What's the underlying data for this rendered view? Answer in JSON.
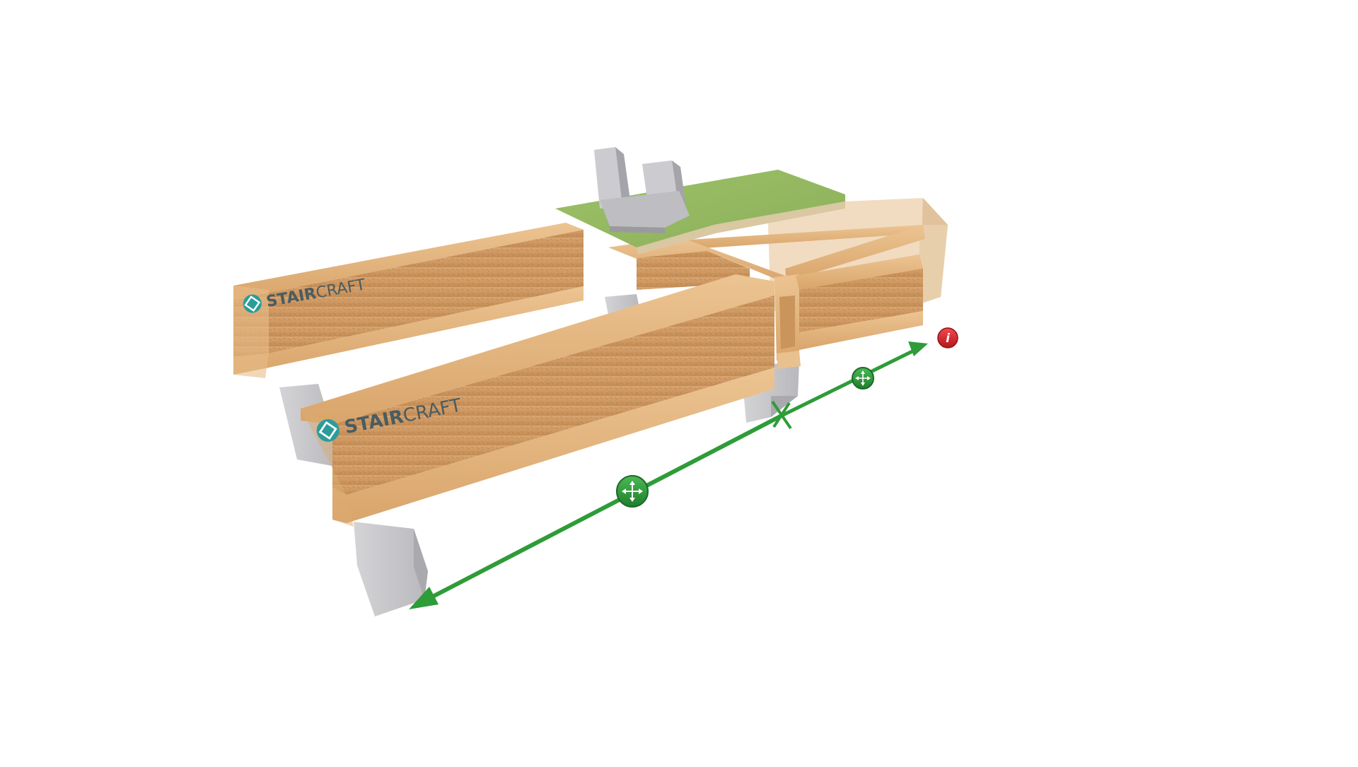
{
  "brand": {
    "name_bold": "STAIR",
    "name_light": "CRAFT",
    "color": "#2a9d9b"
  },
  "colors": {
    "timber": "#e3b37e",
    "timber_dark": "#c8925a",
    "osb": "#d39c63",
    "deck": "#9fbf66",
    "concrete": "#c9c9cc",
    "dimension": "#2e9c38",
    "info": "#d51d26"
  },
  "icons": {
    "move_handle": "move-arrows-icon",
    "info": "info-icon",
    "dimension_arrow": "arrow-head-icon",
    "split_marker": "cross-marker-icon"
  },
  "info_glyph": "i"
}
